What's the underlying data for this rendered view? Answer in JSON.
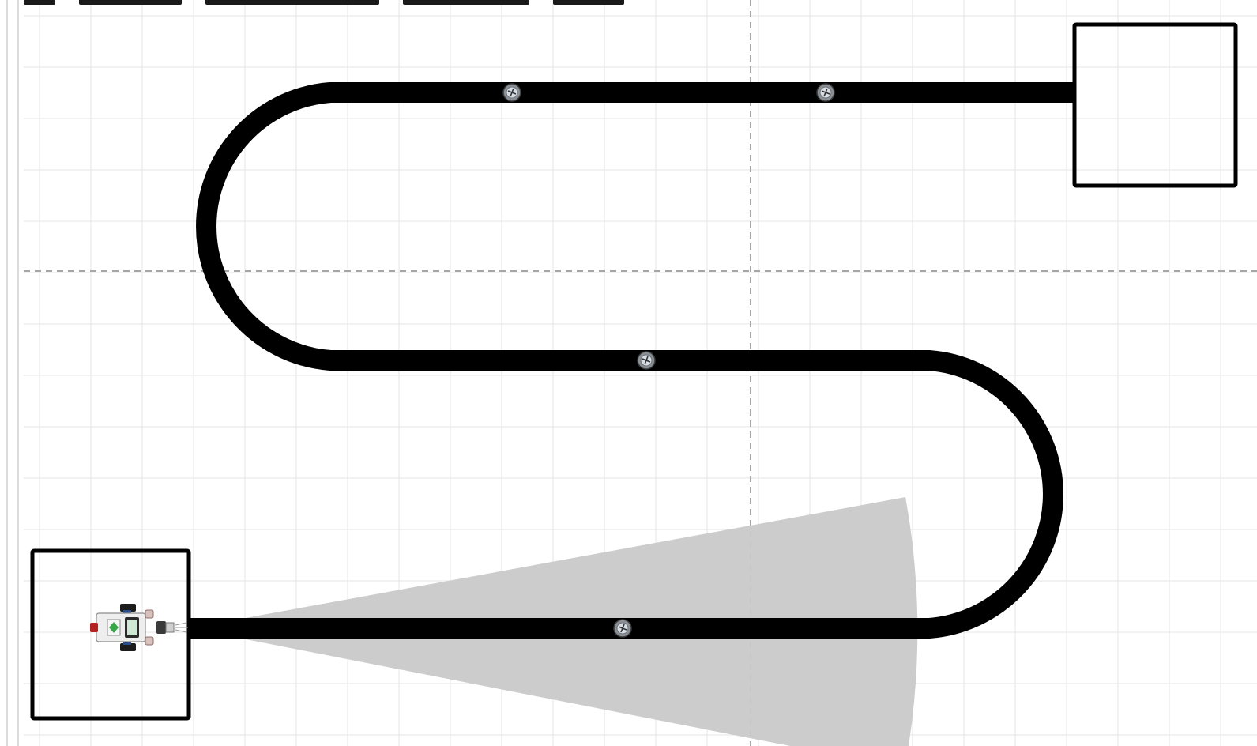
{
  "window": {
    "title_text": ""
  },
  "colors": {
    "background": "#ffffff",
    "grid_line": "#e6e6e6",
    "axis_dash": "#a6a6a6",
    "track": "#000000",
    "zone_border": "#000000",
    "sensor_cone": "#c9c9c9",
    "marker_fill": "#8a9096",
    "robot_body": "#eeeeee",
    "robot_accent": "#3aa64a",
    "robot_red": "#b22222"
  },
  "scene": {
    "elements": [
      {
        "kind": "track-line",
        "icon": "black-line-track"
      },
      {
        "kind": "start-zone",
        "icon": "square-zone"
      },
      {
        "kind": "finish-zone",
        "icon": "square-zone"
      },
      {
        "kind": "robot",
        "icon": "ev3-robot-icon"
      },
      {
        "kind": "sensor-cone",
        "icon": "ultrasonic-cone"
      },
      {
        "kind": "marker",
        "icon": "screw-head-icon",
        "count": 4
      }
    ]
  }
}
